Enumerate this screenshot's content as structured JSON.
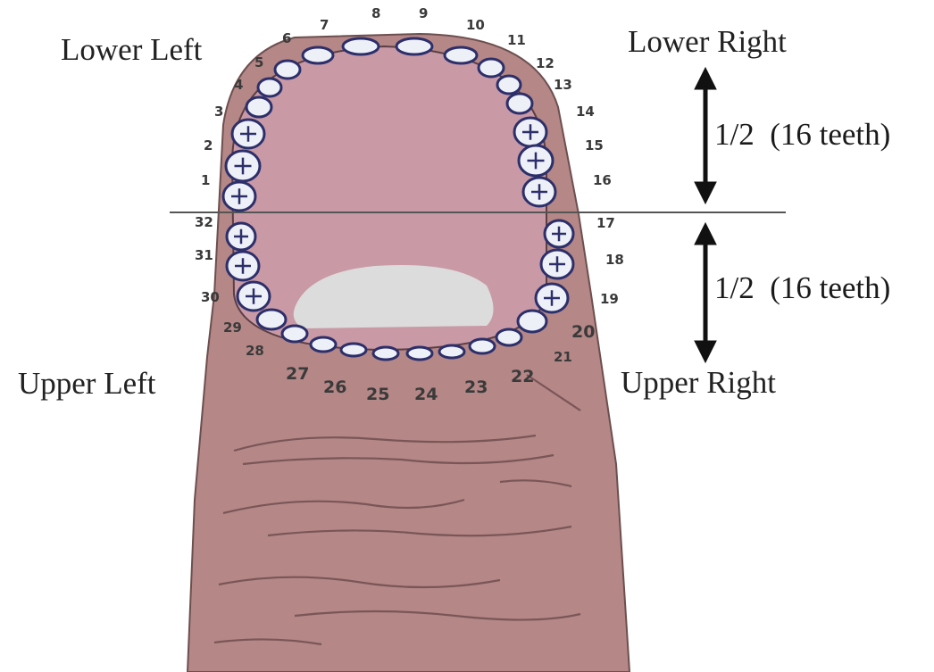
{
  "quadrants": {
    "lower_left": "Lower Left",
    "lower_right": "Lower Right",
    "upper_left": "Upper Left",
    "upper_right": "Upper Right"
  },
  "halves": {
    "top": "1/2  (16 teeth)",
    "bottom": "1/2  (16 teeth)"
  },
  "teeth_numbers": [
    "1",
    "2",
    "3",
    "4",
    "5",
    "6",
    "7",
    "8",
    "9",
    "10",
    "11",
    "12",
    "13",
    "14",
    "15",
    "16",
    "17",
    "18",
    "19",
    "20",
    "21",
    "22",
    "23",
    "24",
    "25",
    "26",
    "27",
    "28",
    "29",
    "30",
    "31",
    "32"
  ],
  "colors": {
    "skin": "#b88a8a",
    "mouth_interior": "#c99aa6",
    "palate_light": "#dcdcdc",
    "tooth_fill": "#eef0f8",
    "tooth_outline": "#2c2f6a",
    "divider": "#555555",
    "arrow": "#111111"
  }
}
